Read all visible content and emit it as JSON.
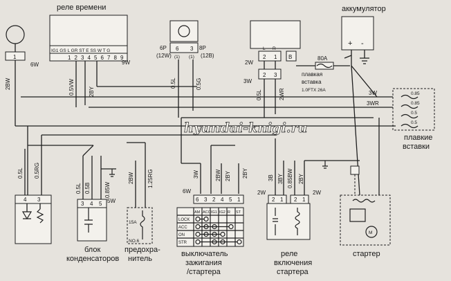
{
  "labels": {
    "time_relay": "реле времени",
    "battery": "аккумулятор",
    "fuse_link": "плавкая",
    "fuse_link_2": "вставка",
    "fuse_spec": "1.0FTX 26A",
    "fuse_80a": "80A",
    "fusible_links": "плавкие",
    "fusible_links_2": "вставки",
    "condenser": "блок",
    "condenser_2": "конденсаторов",
    "fuse": "предохра-",
    "fuse_2": "нитель",
    "ignition": "выключатель",
    "ignition_2": "зажигания",
    "ignition_3": "/стартера",
    "starter_relay": "реле",
    "starter_relay_2": "включения",
    "starter_relay_3": "стартера",
    "starter": "стартер",
    "watermark": "hyundai-knigi.ru"
  },
  "time_relay_pins": "IG1  GS L GR ST E SS W T G",
  "time_relay_nums": [
    "1",
    "2",
    "3",
    "4",
    "5",
    "6",
    "7",
    "8",
    "9"
  ],
  "connectors": {
    "c6p": "6P",
    "c12w": "(12W)",
    "c8p": "8P",
    "c12b": "(12B)",
    "p6": "6",
    "p3": "3",
    "p11a": "(1)",
    "p11b": "(1)",
    "lamp_pin": "1",
    "batt_l": "L",
    "batt_r": "R",
    "batt_b": "B",
    "batt_1": "1",
    "batt_2": "2",
    "batt_3": "3",
    "plus": "+",
    "minus": "-"
  },
  "wires": {
    "w6w": "6W",
    "w9w": "9W",
    "w2bw": "2BW",
    "w05vw": "0.5VW",
    "w2by": "2BY",
    "w05l_top": "0.5L",
    "w05g": "0.5G",
    "w2w_batt": "2W",
    "w3w": "3W",
    "w05l_mid": "0.5L",
    "w2wr": "2WR",
    "w3w_r": "3W",
    "w3wr_r": "3WR",
    "w05l_left": "0.5L",
    "w05rg": "0.5RG",
    "w05l_cap": "0.5L",
    "w05b": "0.5B",
    "w085w": "0.85W",
    "w5w": "5W",
    "w2bw_f": "2BW",
    "w125rg": "1.25RG",
    "ig3w": "3W",
    "ig2bw": "2BW",
    "ig28y": "2BY",
    "ig_2by": "2BY",
    "ig6w": "6W",
    "r3b": "3B",
    "r3by": "3BY",
    "r085bw": "0.85BW",
    "r2by": "2BY",
    "r2w_l": "2W",
    "r2w_r": "2W"
  },
  "fuse_values": [
    "0.85",
    "0.85",
    "0.5",
    "0.5"
  ],
  "pin_groups": {
    "diode_conn": [
      "4",
      "3"
    ],
    "cap_conn": [
      "3",
      "4",
      "5"
    ],
    "ign_conn": [
      "6",
      "3",
      "2",
      "4",
      "5",
      "1"
    ],
    "relay_l": [
      "2",
      "1"
    ],
    "relay_r": [
      "2",
      "1"
    ]
  },
  "ignition_table": {
    "cols": [
      "AM",
      "ACC",
      "IG1",
      "IG2",
      "R",
      "ST"
    ],
    "rows": [
      "LOCK",
      "ACC",
      "ON",
      "STR"
    ]
  },
  "fuse_box": {
    "a": "15A",
    "b": "NO.6"
  },
  "starter_motor": "M"
}
